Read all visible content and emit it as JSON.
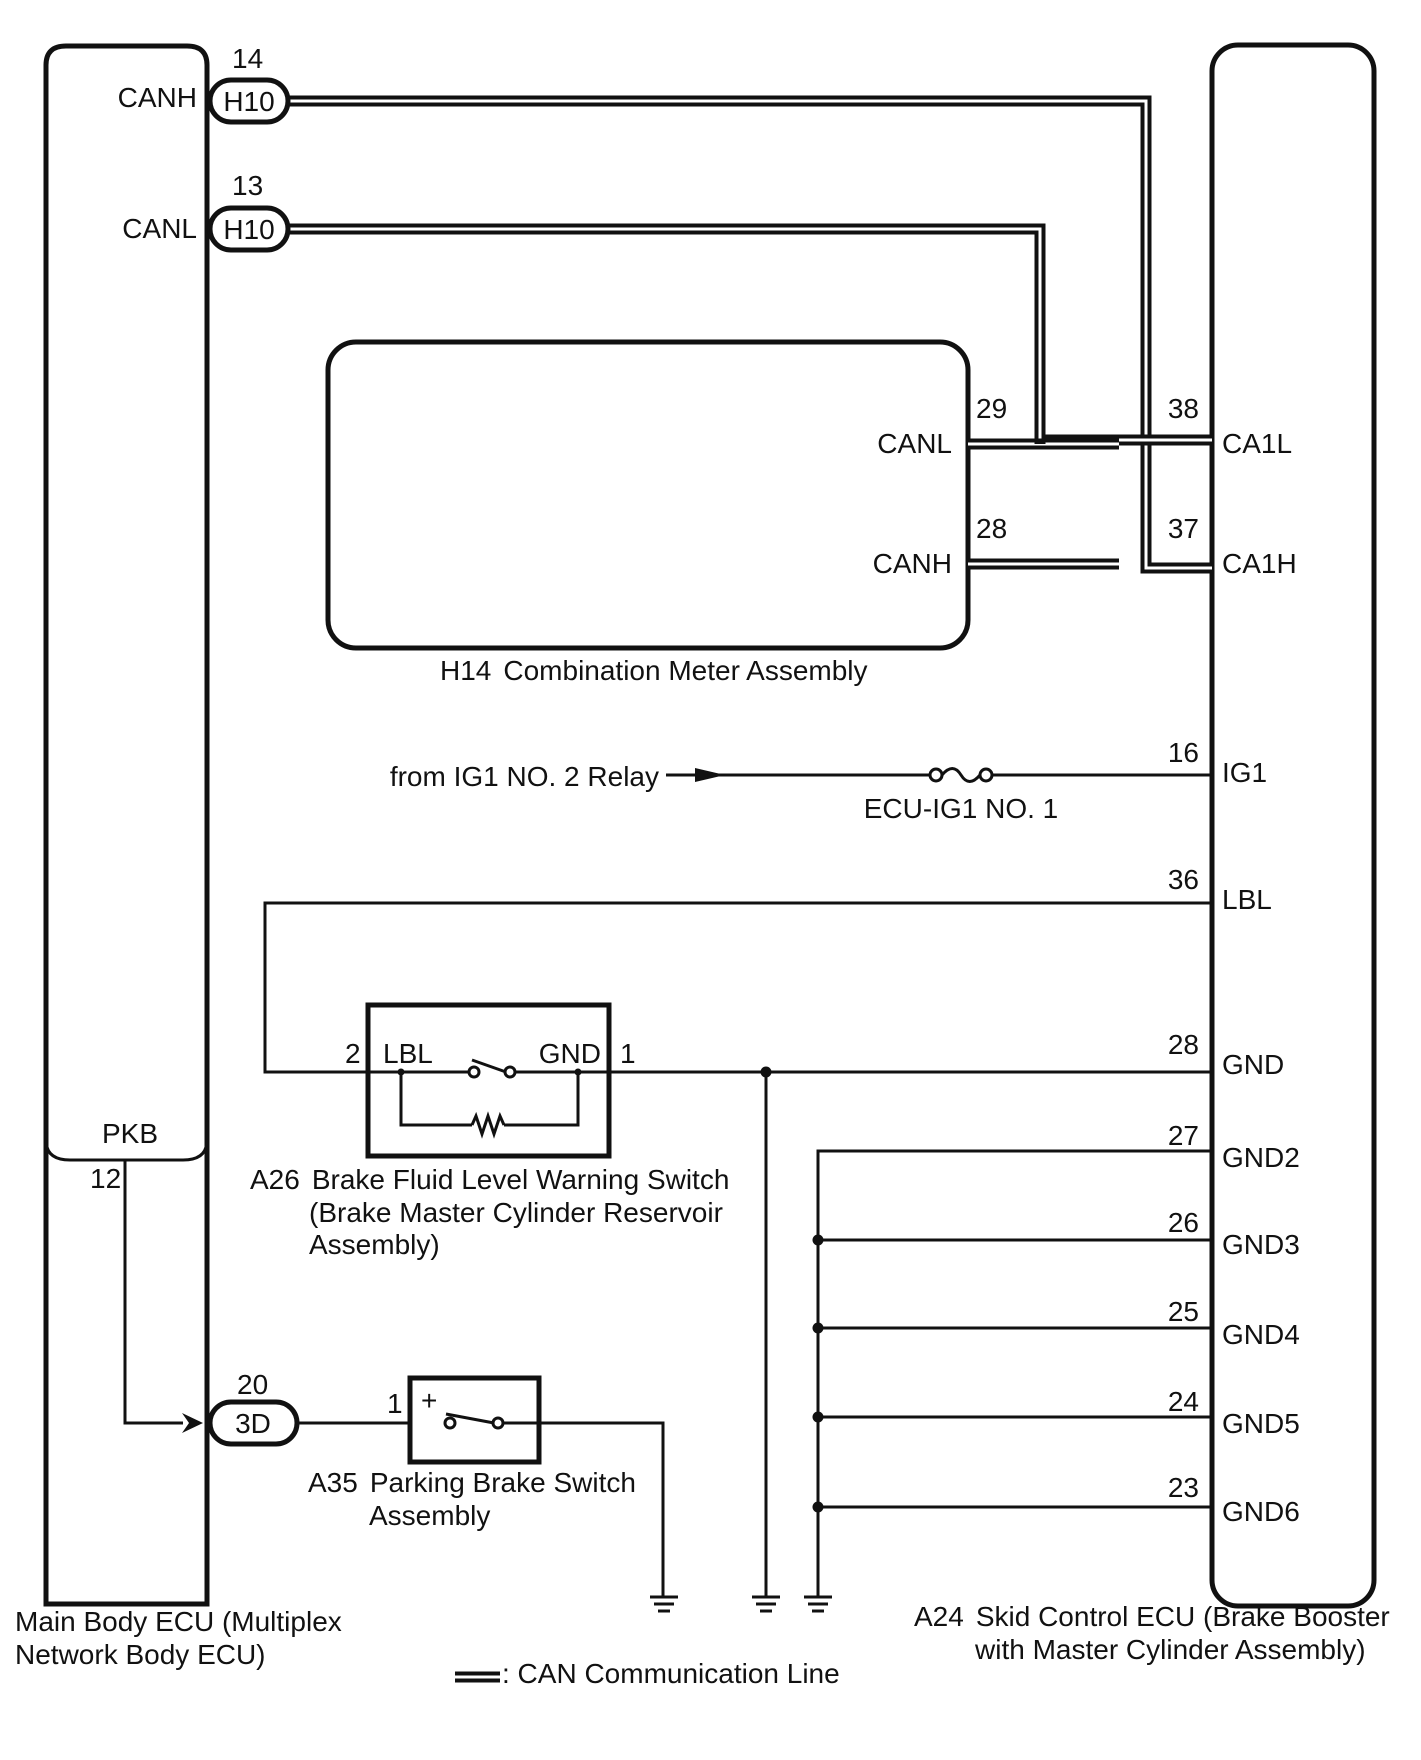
{
  "main_body_ecu": {
    "name_line1": "Main Body ECU (Multiplex",
    "name_line2": "Network Body ECU)",
    "pins": {
      "canh": {
        "label": "CANH",
        "number": "14",
        "connector": "H10"
      },
      "canl": {
        "label": "CANL",
        "number": "13",
        "connector": "H10"
      },
      "pkb": {
        "label": "PKB",
        "number": "12"
      }
    },
    "junction": {
      "number": "20",
      "connector": "3D"
    }
  },
  "combination_meter": {
    "code": "H14",
    "name": "Combination Meter Assembly",
    "pins": {
      "canl": {
        "label": "CANL",
        "number": "29"
      },
      "canh": {
        "label": "CANH",
        "number": "28"
      }
    }
  },
  "skid_control_ecu": {
    "code": "A24",
    "name_line1": "Skid Control ECU (Brake Booster",
    "name_line2": "with Master Cylinder Assembly)",
    "pins": [
      {
        "label": "CA1L",
        "number": "38"
      },
      {
        "label": "CA1H",
        "number": "37"
      },
      {
        "label": "IG1",
        "number": "16"
      },
      {
        "label": "LBL",
        "number": "36"
      },
      {
        "label": "GND",
        "number": "28"
      },
      {
        "label": "GND2",
        "number": "27"
      },
      {
        "label": "GND3",
        "number": "26"
      },
      {
        "label": "GND4",
        "number": "25"
      },
      {
        "label": "GND5",
        "number": "24"
      },
      {
        "label": "GND6",
        "number": "23"
      }
    ]
  },
  "power": {
    "source": "from IG1 NO. 2 Relay",
    "fuse": "ECU-IG1 NO. 1"
  },
  "brake_fluid_switch": {
    "code": "A26",
    "name_line1": "Brake Fluid Level Warning Switch",
    "name_line2": "(Brake Master Cylinder Reservoir",
    "name_line3": "Assembly)",
    "pin_left": {
      "number": "2",
      "label": "LBL"
    },
    "pin_right": {
      "number": "1",
      "label": "GND"
    }
  },
  "parking_brake_switch": {
    "code": "A35",
    "name_line1": "Parking Brake Switch",
    "name_line2": "Assembly",
    "pin": {
      "number": "1",
      "polarity": "+"
    }
  },
  "legend": {
    "can_line": ": CAN Communication Line"
  }
}
